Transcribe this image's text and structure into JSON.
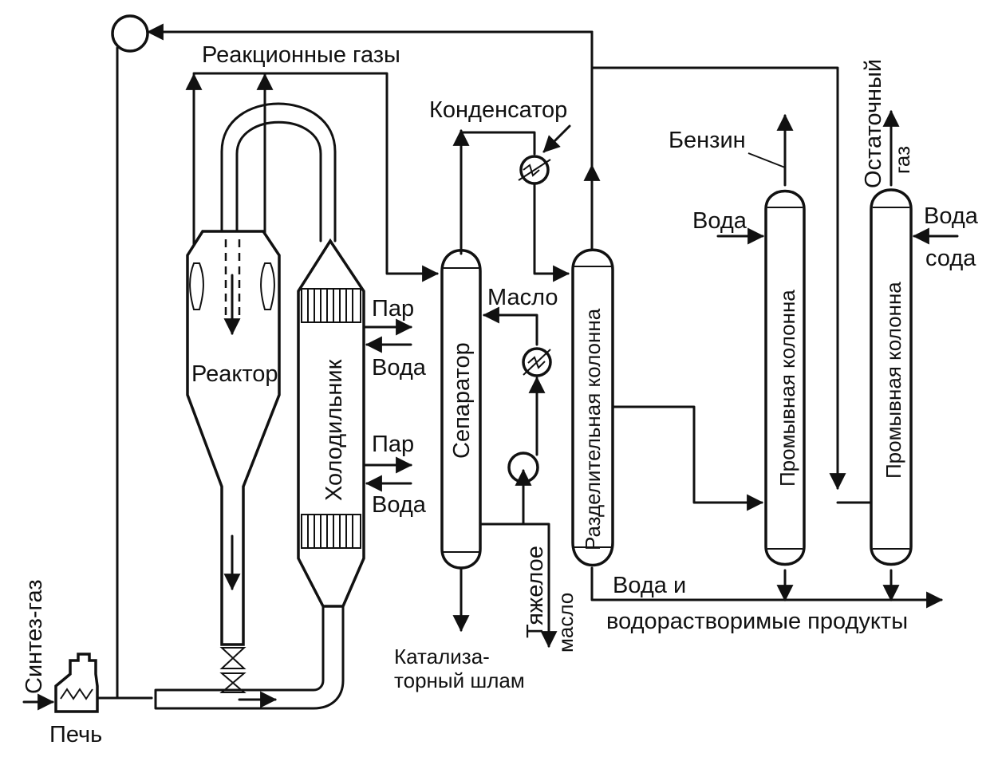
{
  "labels": {
    "reaction_gases": "Реакционные газы",
    "condenser": "Конденсатор",
    "gasoline": "Бензин",
    "residual_gas_1": "Остаточный",
    "residual_gas_2": "газ",
    "water_wash1": "Вода",
    "water_wash2": "Вода",
    "soda": "сода",
    "oil": "Масло",
    "steam1": "Пар",
    "water1": "Вода",
    "steam2": "Пар",
    "water2": "Вода",
    "reactor": "Реактор",
    "cooler": "Холодильник",
    "separator": "Сепаратор",
    "separation_column": "Разделительная колонна",
    "wash_column1": "Промывная колонна",
    "wash_column2": "Промывная колонна",
    "heavy_oil_1": "Тяжелое",
    "heavy_oil_2": "масло",
    "water_and_1": "Вода и",
    "water_and_2": "водорастворимые продукты",
    "catalyst_sludge_1": "Катализа-",
    "catalyst_sludge_2": "торный шлам",
    "synthesis_gas": "Синтез-газ",
    "furnace": "Печь"
  }
}
